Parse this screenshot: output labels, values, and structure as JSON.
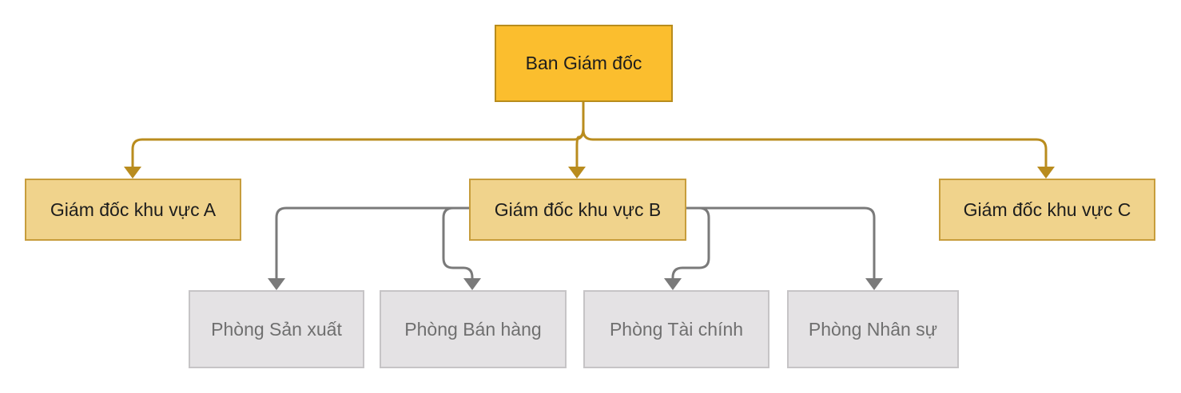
{
  "colors": {
    "root_fill": "#fbbe2e",
    "regional_fill": "#f0d38c",
    "department_fill": "#e4e2e4",
    "gold_connector": "#b98c1e",
    "gray_connector": "#7a7a7a"
  },
  "nodes": {
    "board": "Ban Giám đốc",
    "region_a": "Giám đốc khu vực A",
    "region_b": "Giám đốc khu vực B",
    "region_c": "Giám đốc khu vực C",
    "dept_production": "Phòng Sản xuất",
    "dept_sales": "Phòng Bán hàng",
    "dept_finance": "Phòng Tài  chính",
    "dept_hr": "Phòng Nhân sự"
  }
}
